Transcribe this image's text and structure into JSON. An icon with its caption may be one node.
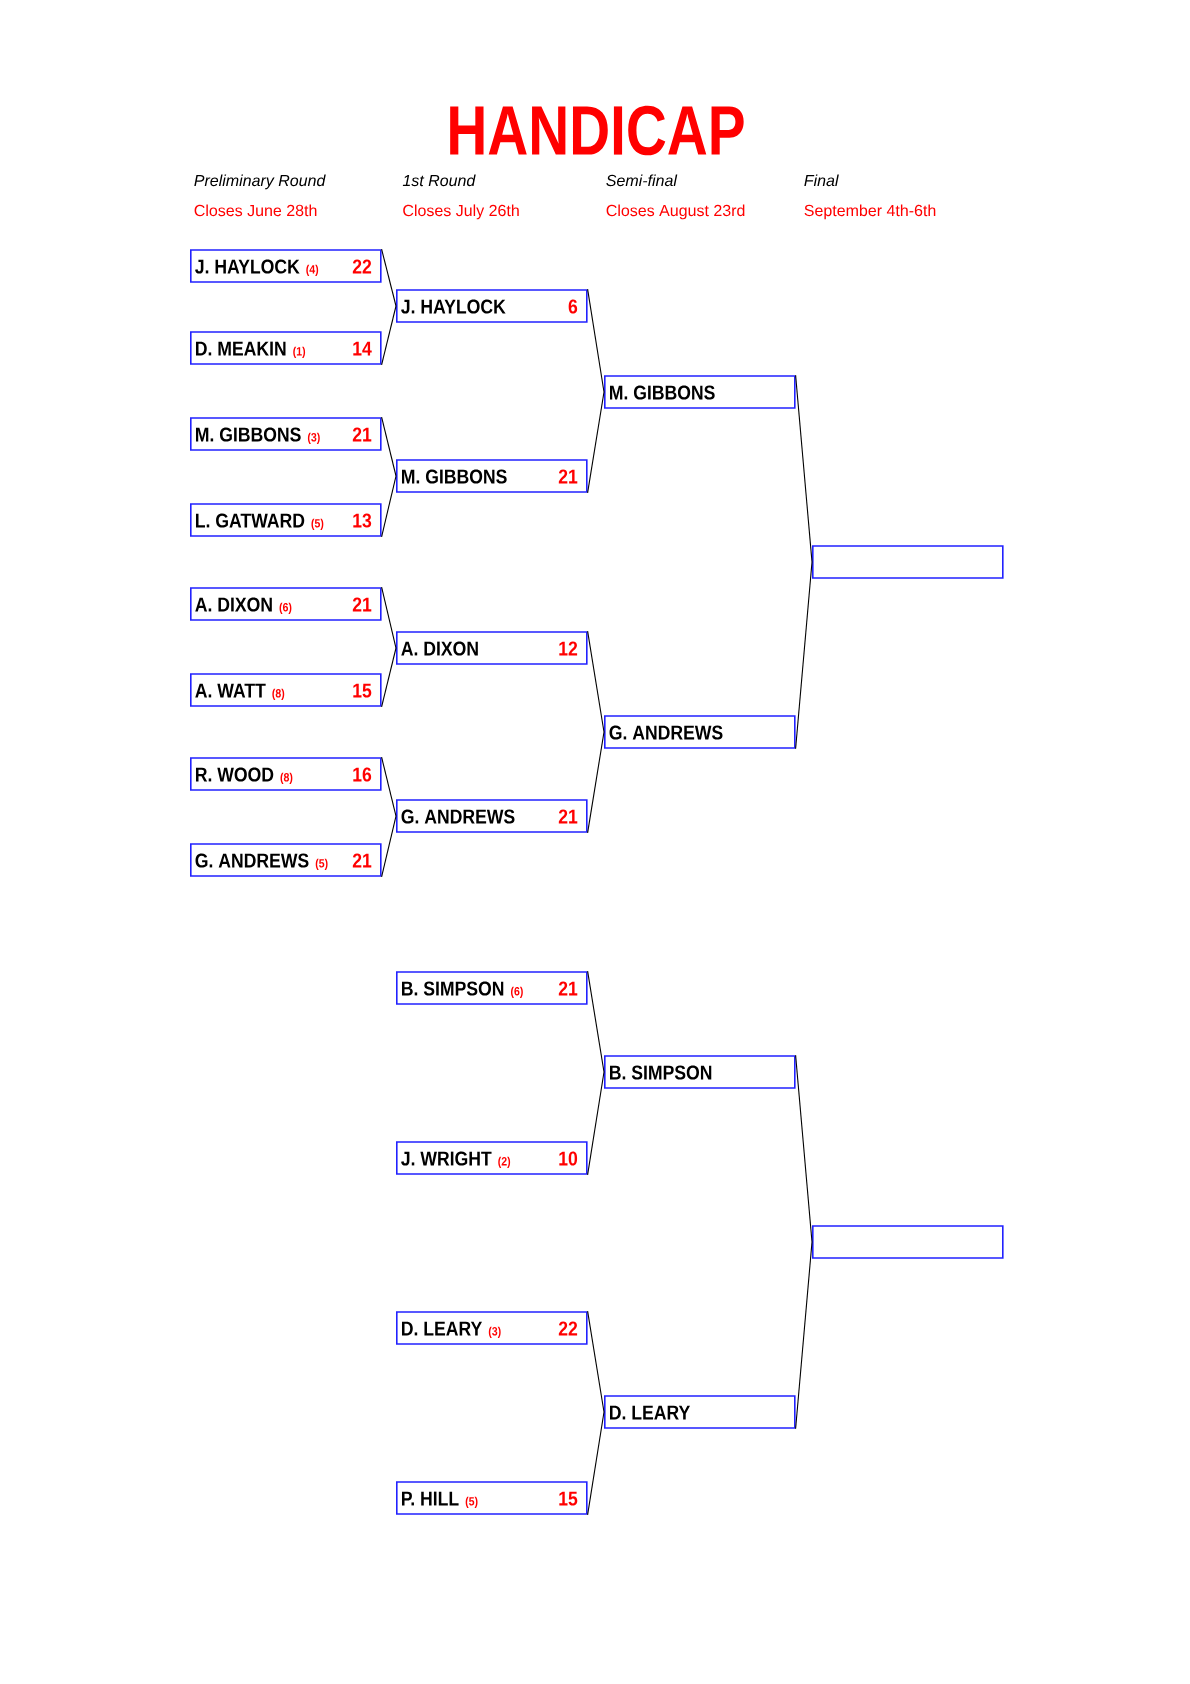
{
  "diagram": {
    "title": "HANDICAP",
    "nodes": [
      {
        "text": [
          "J. HAYLOCK",
          "(4)",
          "22"
        ]
      },
      {
        "text": [
          "D. MEAKIN",
          "(1)",
          "14"
        ]
      },
      {
        "text": [
          "M. GIBBONS",
          "(3)",
          "21"
        ]
      },
      {
        "text": [
          "L. GATWARD",
          "(5)",
          "13"
        ]
      },
      {
        "text": [
          "A. DIXON",
          "(6)",
          "21"
        ]
      },
      {
        "text": [
          "A. WATT",
          "(8)",
          "15"
        ]
      },
      {
        "text": [
          "R. WOOD",
          "(8)",
          "16"
        ]
      },
      {
        "text": [
          "G. ANDREWS",
          "(5)",
          "21"
        ]
      },
      {
        "text": [
          "J. HAYLOCK",
          "6"
        ]
      },
      {
        "text": [
          "M. GIBBONS",
          "21"
        ]
      },
      {
        "text": [
          "A. DIXON",
          "12"
        ]
      },
      {
        "text": [
          "G. ANDREWS",
          "21"
        ]
      },
      {
        "text": [
          "B. SIMPSON",
          "(6)",
          "21"
        ]
      },
      {
        "text": [
          "J. WRIGHT",
          "(2)",
          "10"
        ]
      },
      {
        "text": [
          "D. LEARY",
          "(3)",
          "22"
        ]
      },
      {
        "text": [
          "P. HILL",
          "(5)",
          "15"
        ]
      },
      {
        "text": [
          "M. GIBBONS"
        ]
      },
      {
        "text": [
          "G. ANDREWS"
        ]
      },
      {
        "text": [
          "B. SIMPSON"
        ]
      },
      {
        "text": [
          "D. LEARY"
        ]
      },
      {
        "text": [],
        "shape": "box"
      },
      {
        "text": [],
        "shape": "box"
      }
    ],
    "edges": [
      {
        "from": 0,
        "to": 8,
        "arrow": "none"
      },
      {
        "from": 1,
        "to": 8,
        "arrow": "none"
      },
      {
        "from": 2,
        "to": 9,
        "arrow": "none"
      },
      {
        "from": 3,
        "to": 9,
        "arrow": "none"
      },
      {
        "from": 4,
        "to": 10,
        "arrow": "none"
      },
      {
        "from": 5,
        "to": 10,
        "arrow": "none"
      },
      {
        "from": 6,
        "to": 11,
        "arrow": "none"
      },
      {
        "from": 7,
        "to": 11,
        "arrow": "none"
      },
      {
        "from": 8,
        "to": 16,
        "arrow": "none"
      },
      {
        "from": 9,
        "to": 16,
        "arrow": "none"
      },
      {
        "from": 10,
        "to": 17,
        "arrow": "none"
      },
      {
        "from": 11,
        "to": 17,
        "arrow": "none"
      },
      {
        "from": 12,
        "to": 18,
        "arrow": "none"
      },
      {
        "from": 13,
        "to": 18,
        "arrow": "none"
      },
      {
        "from": 14,
        "to": 19,
        "arrow": "none"
      },
      {
        "from": 15,
        "to": 19,
        "arrow": "none"
      },
      {
        "from": 16,
        "to": 20,
        "arrow": "none"
      },
      {
        "from": 17,
        "to": 20,
        "arrow": "none"
      },
      {
        "from": 18,
        "to": 21,
        "arrow": "none"
      },
      {
        "from": 19,
        "to": 21,
        "arrow": "none"
      }
    ],
    "labels": [
      "Preliminary Round",
      "1st Round",
      "Semi-final",
      "Final",
      "Closes June 28th",
      "Closes July 26th",
      "Closes August 23rd",
      "September 4th-6th"
    ]
  }
}
